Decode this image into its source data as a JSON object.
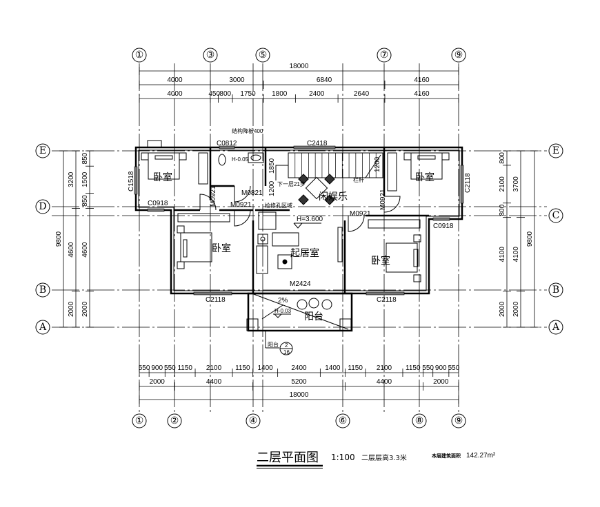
{
  "axes": {
    "top": [
      "①",
      "③",
      "⑤",
      "⑦",
      "⑨"
    ],
    "bottom": [
      "①",
      "②",
      "④",
      "⑥",
      "⑧",
      "⑨"
    ],
    "left": [
      "E",
      "D",
      "B",
      "A"
    ],
    "right": [
      "E",
      "C",
      "B",
      "A"
    ]
  },
  "dimensions": {
    "top_overall": [
      "18000"
    ],
    "top_axes": [
      "4000",
      "3000",
      "6840",
      "4160"
    ],
    "top_detail": [
      "4000",
      "450",
      "800",
      "1750",
      "1800",
      "2400",
      "2640",
      "4160"
    ],
    "bottom_detail": [
      "550",
      "900",
      "550",
      "1150",
      "2100",
      "1150",
      "1400",
      "2400",
      "1400",
      "1150",
      "2100",
      "1150",
      "550",
      "900",
      "550"
    ],
    "bottom_axes": [
      "2000",
      "4400",
      "5200",
      "4400",
      "2000"
    ],
    "bottom_overall": [
      "18000"
    ],
    "left_overall": [
      "9800"
    ],
    "left_axes": [
      "3200",
      "4600",
      "2000"
    ],
    "left_detail": [
      "850",
      "1500",
      "850",
      "4600",
      "2000"
    ],
    "right_detail": [
      "800",
      "2100",
      "800",
      "4100",
      "2000"
    ],
    "right_axes": [
      "3700",
      "4100",
      "2000"
    ],
    "right_overall": [
      "9800"
    ]
  },
  "rooms": {
    "bedroom_nw": "卧室",
    "bedroom_ne": "卧室",
    "bedroom_sw": "卧室",
    "bedroom_se": "卧室",
    "leisure": "闲娱乐",
    "living": "起居室",
    "balcony": "阳台"
  },
  "labels": {
    "slab_drop": "结构降板400",
    "c0812": "C0812",
    "h_bath": "H-0.05",
    "c2418": "C2418",
    "d1850": "1850",
    "d1200_stair": "1200",
    "c1518": "C1518",
    "m0821": "M0821",
    "stairs_down": "下一层21步",
    "railing": "栏杆",
    "d1200": "1200",
    "m0921_a": "M0921",
    "m0921_b": "M0921",
    "m0921_c": "M0921",
    "m0921_d": "M0921",
    "access_hatch": "检修孔区域",
    "c0918_w": "C0918",
    "c0918_e": "C0918",
    "c2118_e": "C2118",
    "h_floor": "H=3.600",
    "m2424": "M2424",
    "c2118_sw": "C2118",
    "c2118_se": "C2118",
    "slope": "2%",
    "h_balcony": "H-0.03",
    "detail_ref_label": "阳台",
    "detail_ref_num": "2",
    "detail_ref_sheet": "16"
  },
  "footer": {
    "title": "二层平面图",
    "scale": "1:100",
    "floor_height": "二层层高3.3米",
    "area_label": "本层建筑面积",
    "area_value": "142.27m²"
  }
}
